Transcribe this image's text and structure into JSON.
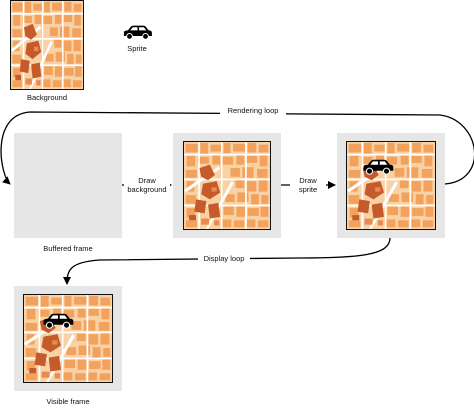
{
  "labels": {
    "background": "Background",
    "sprite": "Sprite",
    "rendering_loop": "Rendering loop",
    "draw_background": "Draw\nbackground",
    "draw_sprite": "Draw\nsprite",
    "buffered_frame": "Buffered frame",
    "display_loop": "Display loop",
    "visible_frame": "Visible frame"
  },
  "colors": {
    "map_orange": "#f2a25c",
    "map_light": "#f8d1a4",
    "map_dark": "#c55a2b",
    "street": "#ffffff",
    "panel_gray": "#e6e6e6",
    "car": "#000000"
  },
  "icons": {
    "sprite": "car-icon"
  }
}
